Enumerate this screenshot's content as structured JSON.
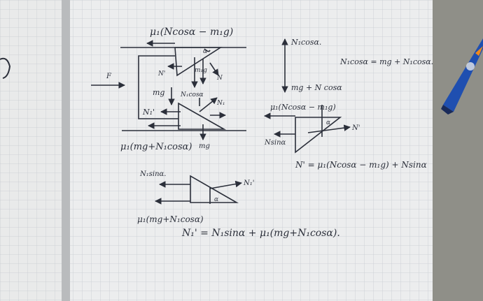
{
  "labels": {
    "top_friction": "μ₁(Ncosα − m₁g)",
    "top_force_x": "N'",
    "top_alpha": "α",
    "top_n_down": "N",
    "top_mg": "m₁g",
    "left_force_f": "F",
    "mid_mg": "mg",
    "mid_n1cos": "N₁cosα",
    "mid_n1": "N₁",
    "mid_n1prime": "N₁'",
    "bottom_friction": "μ₁(mg+N₁cosα)",
    "bottom_mg": "mg",
    "right_up": "N₁cosα.",
    "right_down": "mg + N cosα",
    "right_eq": "N₁cosα = mg + N₁cosα.",
    "right_block_friction": "μ₁(Ncosα − m₁g)",
    "right_block_n": "N'",
    "right_block_nsin": "Nsinα",
    "right_block_alpha": "α",
    "right_eq2": "N' = μ₁(Ncosα − m₁g) + Nsinα",
    "lower_nsin": "N₁sinα.",
    "lower_n1": "N₁'",
    "lower_alpha": "α",
    "lower_friction": "μ₁(mg+N₁cosα)",
    "lower_eq": "N₁' = N₁sinα + μ₁(mg+N₁cosα)."
  }
}
